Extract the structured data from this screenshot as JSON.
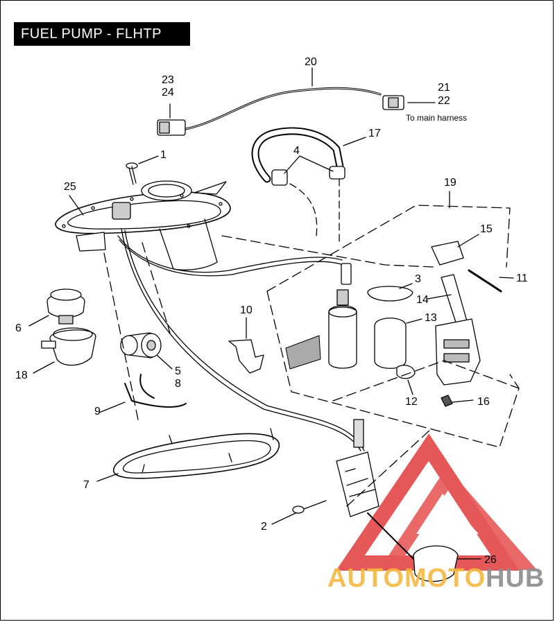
{
  "title": "FUEL PUMP - FLHTP",
  "note": "To main harness",
  "callouts": {
    "c1": "1",
    "c2": "2",
    "c3": "3",
    "c4": "4",
    "c5": "5",
    "c6": "6",
    "c7": "7",
    "c8": "8",
    "c9": "9",
    "c10": "10",
    "c11": "11",
    "c12": "12",
    "c13": "13",
    "c14": "14",
    "c15": "15",
    "c16": "16",
    "c17": "17",
    "c18": "18",
    "c19": "19",
    "c20": "20",
    "c21": "21",
    "c22": "22",
    "c23": "23",
    "c24": "24",
    "c25": "25",
    "c26": "26"
  },
  "watermark": {
    "part1": "AUTOMOTO",
    "part2": "HUB"
  },
  "colors": {
    "line": "#000000",
    "watermark_red": "#e23b3b",
    "watermark_orange": "#f4b942",
    "watermark_gray": "#8c8c8c"
  }
}
